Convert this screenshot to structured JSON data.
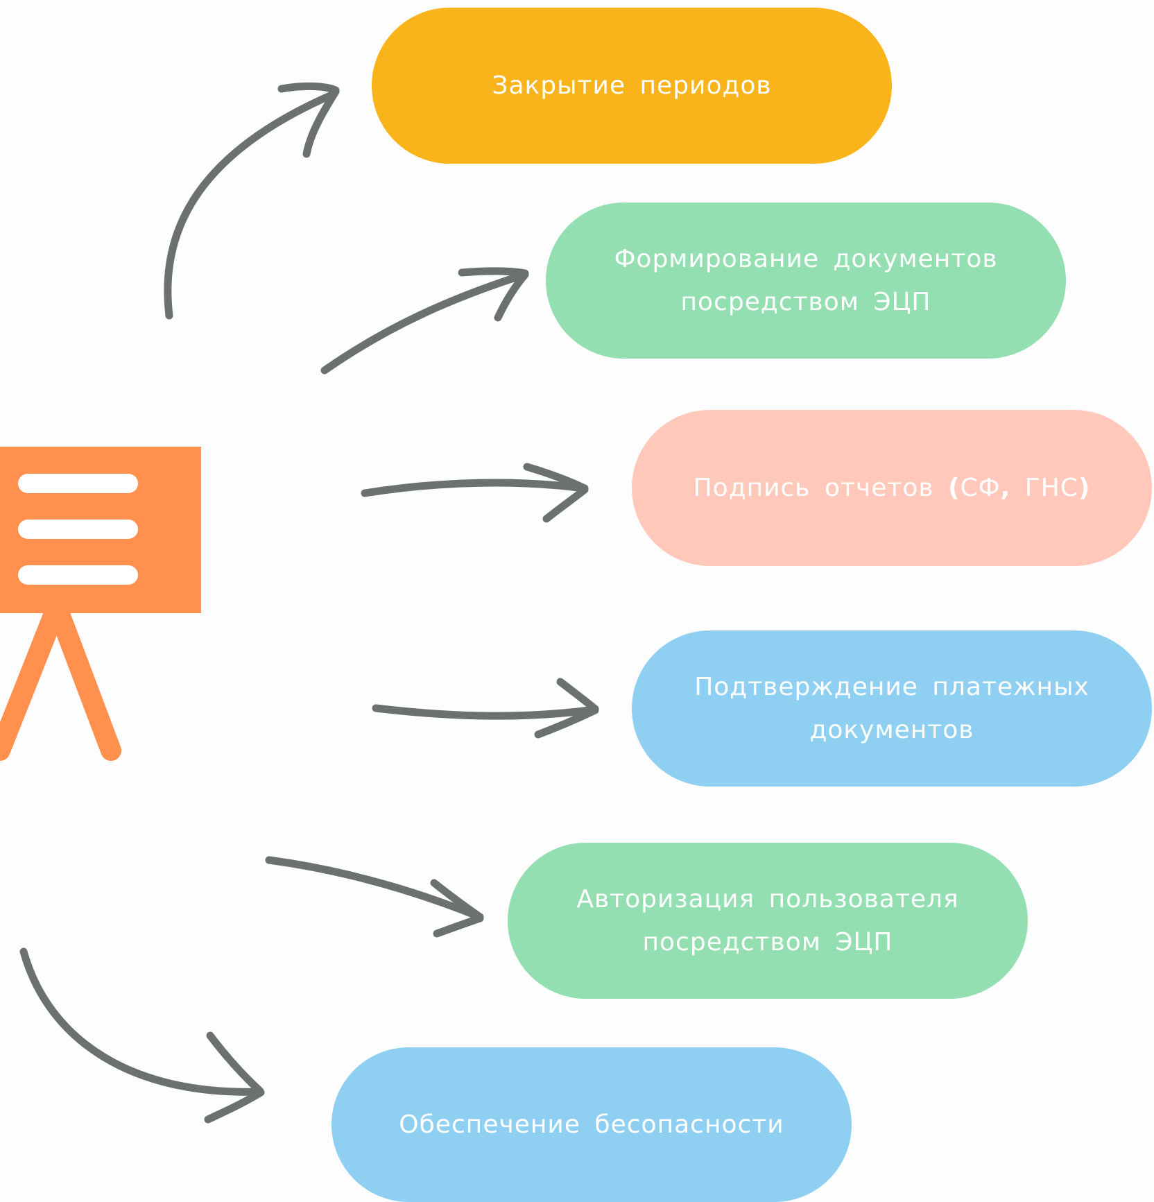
{
  "colors": {
    "orange_yellow": "#F8B41A",
    "green": "#94DFB2",
    "pink": "#FFC8BA",
    "blue": "#8FD0F2",
    "easel_orange": "#FF904E",
    "arrow_gray": "#6B716E"
  },
  "icons": {
    "easel": "presentation-board-icon",
    "arrow": "curved-arrow-icon"
  },
  "nodes": [
    {
      "lines": [
        "Закрытие периодов"
      ]
    },
    {
      "lines": [
        "Формирование документов",
        "посредством ЭЦП"
      ]
    },
    {
      "text_before": "Подпись отчетов ",
      "paren_open": "(",
      "text_mid": "СФ",
      "comma": ",",
      "text_after": " ГНС",
      "paren_close": ")"
    },
    {
      "lines": [
        "Подтверждение платежных",
        "документов"
      ]
    },
    {
      "lines": [
        "Авторизация пользователя",
        "посредством ЭЦП"
      ]
    },
    {
      "lines": [
        "Обеспечение бесопасности"
      ]
    }
  ]
}
